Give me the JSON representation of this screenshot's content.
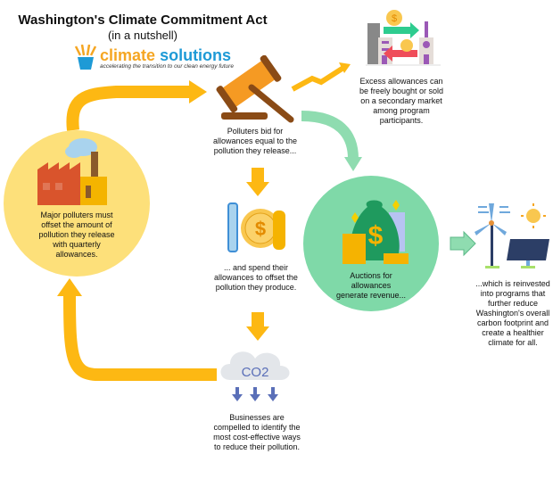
{
  "header": {
    "title": "Washington's Climate Commitment Act",
    "subtitle": "(in a nutshell)"
  },
  "logo": {
    "word1": "climate",
    "word2": "solutions",
    "tagline": "accelerating the transition to our clean energy future"
  },
  "steps": {
    "polluters": "Major polluters must offset the amount of pollution they release with quarterly allowances.",
    "bid": "Polluters bid for allowances equal to the pollution they release...",
    "market": "Excess allowances can be freely bought or sold on a secondary market among program participants.",
    "spend": "... and spend their allowances to offset the pollution they produce.",
    "auctions": "Auctions for allowances generate revenue...",
    "reinvest": "...which is reinvested into programs that further reduce Washington's overall carbon footprint and create a healthier climate for all.",
    "businesses": "Businesses are compelled to identify the most cost-effective ways to reduce their pollution."
  },
  "icons": {
    "co2": "CO2",
    "dollar": "$"
  },
  "colors": {
    "yellow": "#fde07a",
    "arrow_yellow": "#fdb813",
    "green": "#7fd9a8",
    "green_arrow": "#8fdcb0"
  }
}
